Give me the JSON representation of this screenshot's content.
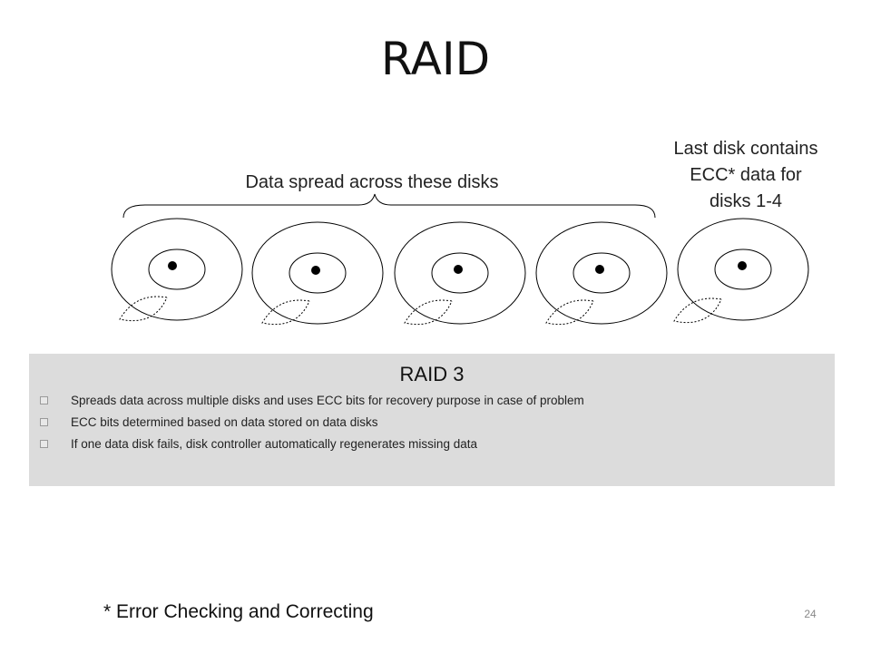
{
  "title": "RAID",
  "labels": {
    "data_spread": "Data spread across these disks",
    "ecc_disk": [
      "Last disk contains",
      "ECC* data for",
      "disks 1-4"
    ]
  },
  "disks": [
    {
      "name": "data-disk-1",
      "role": "data"
    },
    {
      "name": "data-disk-2",
      "role": "data"
    },
    {
      "name": "data-disk-3",
      "role": "data"
    },
    {
      "name": "data-disk-4",
      "role": "data"
    },
    {
      "name": "ecc-disk",
      "role": "ecc"
    }
  ],
  "raid3": {
    "heading": "RAID 3",
    "bullets": [
      "Spreads data across multiple disks and uses ECC bits for recovery purpose in case of problem",
      "ECC bits determined based on data stored on data disks",
      "If one data disk fails, disk controller automatically regenerates missing data"
    ]
  },
  "footnote": "* Error Checking and Correcting",
  "page_number": "24",
  "colors": {
    "panel_background": "#dcdcdc",
    "stroke": "#000000"
  }
}
